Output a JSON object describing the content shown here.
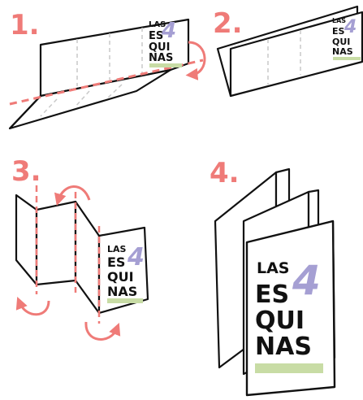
{
  "colors": {
    "ink": "#111111",
    "accent": "#ef7b78",
    "fold_line": "#c9c9c9",
    "four": "#a59fd3",
    "green_bar": "#c8dca5",
    "paper": "#ffffff"
  },
  "steps": [
    {
      "number": "1."
    },
    {
      "number": "2."
    },
    {
      "number": "3."
    },
    {
      "number": "4."
    }
  ],
  "logo": {
    "line1": "LAS",
    "number": "4",
    "line2": "ES",
    "line3": "QUI",
    "line4": "NAS"
  },
  "icons": {
    "arrow": "curved-arrow-icon",
    "fold": "dashed-fold-line"
  }
}
